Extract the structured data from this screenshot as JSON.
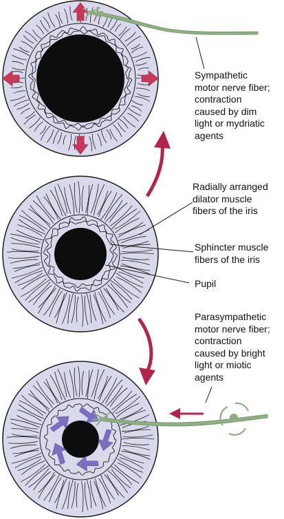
{
  "labels": {
    "sympathetic": "Sympathetic\nmotor nerve fiber;\ncontraction\ncaused by dim\nlight or mydriatic\nagents",
    "dilator": "Radially arranged\ndilator muscle\nfibers of the iris",
    "sphincter": "Sphincter muscle\nfibers of the iris",
    "pupil": "Pupil",
    "parasympathetic": "Parasympathetic\nmotor nerve fiber;\ncontraction\ncaused by bright\nlight or miotic\nagents"
  },
  "colors": {
    "iris_fill": "#d9d9ec",
    "outline": "#1a1a1a",
    "pupil": "#0d0d0d",
    "nerve": "#8fae84",
    "nerve_stroke": "#6d8f63",
    "process_arrow": "#b3244c",
    "dilation_arrow": "#c8385a",
    "constriction_arrow": "#7d6fc0",
    "receptor": "#8fae84"
  },
  "states": [
    {
      "name": "dilated",
      "arrow_type": "dilation-arrows"
    },
    {
      "name": "normal",
      "arrow_type": "none"
    },
    {
      "name": "constricted",
      "arrow_type": "constriction-arrows"
    }
  ]
}
